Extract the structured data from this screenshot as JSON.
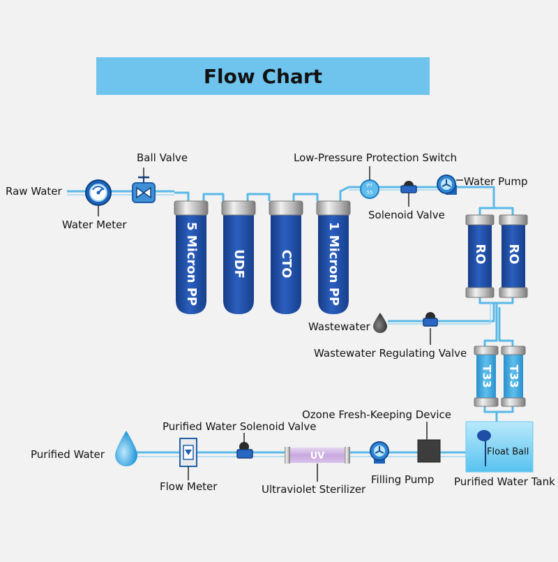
{
  "title": "Flow Chart",
  "labels": {
    "raw_water": "Raw Water",
    "water_meter": "Water Meter",
    "ball_valve": "Ball Valve",
    "low_pressure_switch": "Low-Pressure Protection Switch",
    "pt_line1": "PT",
    "pt_line2": "55",
    "solenoid_valve": "Solenoid Valve",
    "water_pump": "Water Pump",
    "wastewater": "Wastewater",
    "wastewater_regulating_valve": "Wastewater Regulating Valve",
    "ozone_device": "Ozone Fresh-Keeping Device",
    "purified_solenoid_valve": "Purified Water Solenoid Valve",
    "purified_water": "Purified Water",
    "flow_meter": "Flow Meter",
    "ultraviolet_sterilizer": "Ultraviolet Sterilizer",
    "uv": "UV",
    "filling_pump": "Filling Pump",
    "float_ball": "Float Ball",
    "purified_water_tank": "Purified Water Tank"
  },
  "filters": [
    "5 Micron PP",
    "UDF",
    "CTO",
    "1 Micron PP"
  ],
  "ro_membranes": [
    "RO",
    "RO"
  ],
  "post_filters": [
    "T33",
    "T33"
  ],
  "colors": {
    "title_bar": "#6fc4ee",
    "pipe": "#58b8e8",
    "filter_blue": "#1f4ea6",
    "post_filter": "#3fa9e0",
    "tank": "#7fd3f5"
  }
}
